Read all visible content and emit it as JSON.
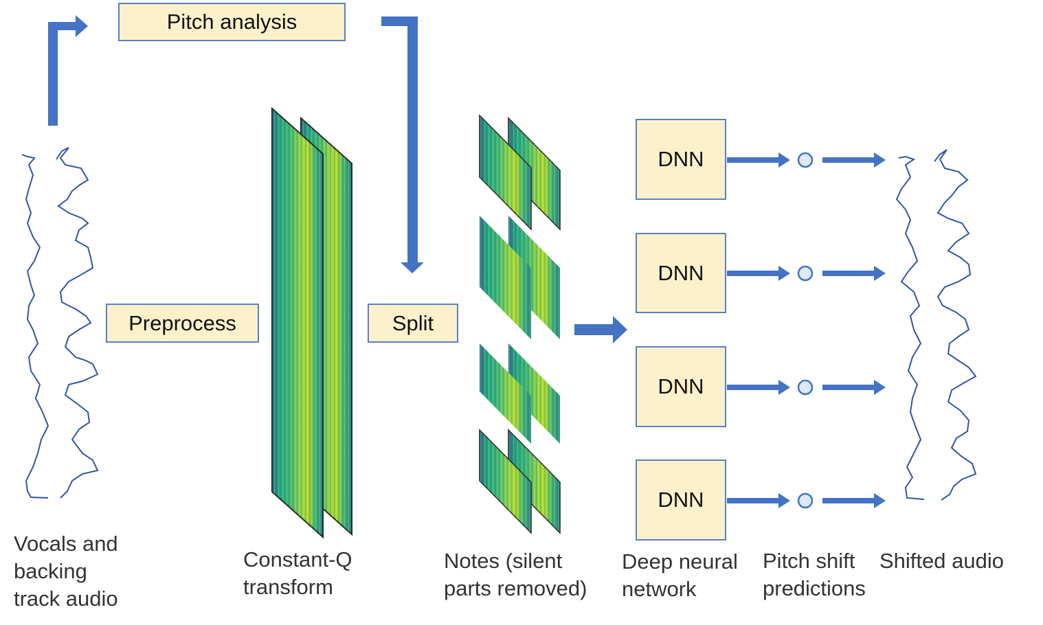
{
  "boxes": {
    "pitch_analysis": "Pitch analysis",
    "preprocess": "Preprocess",
    "split": "Split",
    "dnn": [
      "DNN",
      "DNN",
      "DNN",
      "DNN"
    ]
  },
  "captions": {
    "input": [
      "Vocals and",
      "backing",
      "track audio"
    ],
    "cqt": [
      "Constant-Q",
      "transform"
    ],
    "notes": [
      "Notes (silent",
      "parts removed)"
    ],
    "dnn": [
      "Deep neural",
      "network"
    ],
    "predictions": [
      "Pitch shift",
      "predictions"
    ],
    "output": [
      "Shifted audio"
    ]
  },
  "colors": {
    "arrow": "#4472c4",
    "box_fill": "#fdf1cc",
    "box_border": "#5c7fc4",
    "wave": "#2f55a4",
    "node_fill": "#dde9f7",
    "spectro_dark": "#2c6f8e",
    "spectro_mid": "#21a585",
    "spectro_light": "#b5de2b"
  }
}
